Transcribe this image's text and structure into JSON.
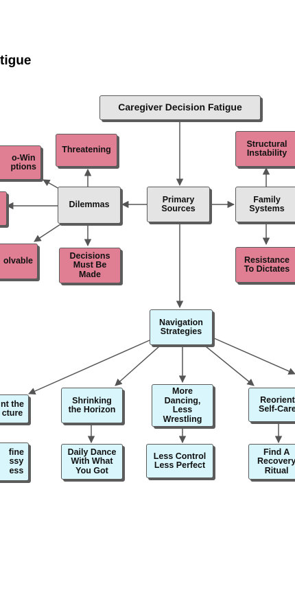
{
  "page": {
    "title": "tigue"
  },
  "colors": {
    "gray": "#e4e4e4",
    "pink": "#e07f93",
    "cyan": "#d8f6fb",
    "line": "#555555"
  },
  "nodes": {
    "root": "Caregiver Decision Fatigue",
    "primary_sources": "Primary\nSources",
    "dilemmas": "Dilemmas",
    "family_systems": "Family\nSystems",
    "threatening": "Threatening",
    "no_win_options": "o-Win\nptions",
    "solvable": "olvable",
    "decisions_must_be_made": "Decisions\nMust Be\nMade",
    "structural_instability": "Structural\nInstability",
    "resistance_to_dictates": "Resistance\nTo Dictates",
    "navigation_strategies": "Navigation\nStrategies",
    "accept_the_structure": "nt the\ncture",
    "shrinking_the_horizon": "Shrinking\nthe Horizon",
    "more_dancing_less_wrestling": "More\nDancing,\nLess\nWrestling",
    "reorient_self_care": "Reorient\nSelf-Care",
    "redefine_messy_success": "fine\nssy\ness",
    "daily_dance": "Daily Dance\nWith What\nYou Got",
    "less_control": "Less Control\nLess Perfect",
    "recovery_ritual": "Find A\nRecovery\nRitual"
  }
}
